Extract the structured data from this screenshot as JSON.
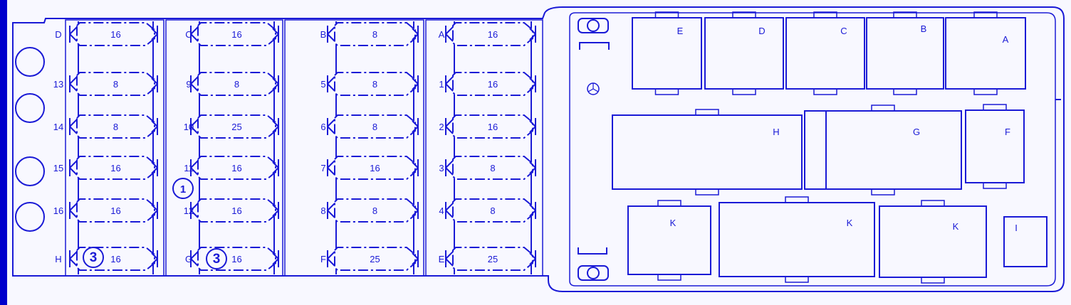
{
  "diagram": {
    "colors": {
      "line": "#1a1ad6",
      "background": "#f8f8ff",
      "edge_bar": "#0000cc"
    },
    "fuse_columns": [
      {
        "fuses": [
          {
            "label": "D",
            "rating": "16"
          },
          {
            "label": "13",
            "rating": "8"
          },
          {
            "label": "14",
            "rating": "8"
          },
          {
            "label": "15",
            "rating": "16"
          },
          {
            "label": "16",
            "rating": "16"
          },
          {
            "label": "H",
            "rating": "16"
          }
        ]
      },
      {
        "fuses": [
          {
            "label": "C",
            "rating": "16"
          },
          {
            "label": "9",
            "rating": "8"
          },
          {
            "label": "10",
            "rating": "25"
          },
          {
            "label": "11",
            "rating": "16"
          },
          {
            "label": "12",
            "rating": "16"
          },
          {
            "label": "G",
            "rating": "16"
          }
        ]
      },
      {
        "fuses": [
          {
            "label": "B",
            "rating": "8"
          },
          {
            "label": "5",
            "rating": "8"
          },
          {
            "label": "6",
            "rating": "8"
          },
          {
            "label": "7",
            "rating": "16"
          },
          {
            "label": "8",
            "rating": "8"
          },
          {
            "label": "F",
            "rating": "25"
          }
        ]
      },
      {
        "fuses": [
          {
            "label": "A",
            "rating": "16"
          },
          {
            "label": "1",
            "rating": "16"
          },
          {
            "label": "2",
            "rating": "16"
          },
          {
            "label": "3",
            "rating": "8"
          },
          {
            "label": "4",
            "rating": "8"
          },
          {
            "label": "E",
            "rating": "25"
          }
        ]
      }
    ],
    "callouts": [
      "1",
      "3",
      "3"
    ],
    "relays": [
      "E",
      "D",
      "C",
      "B",
      "A",
      "H",
      "G",
      "F",
      "K",
      "K",
      "K",
      "I"
    ]
  }
}
